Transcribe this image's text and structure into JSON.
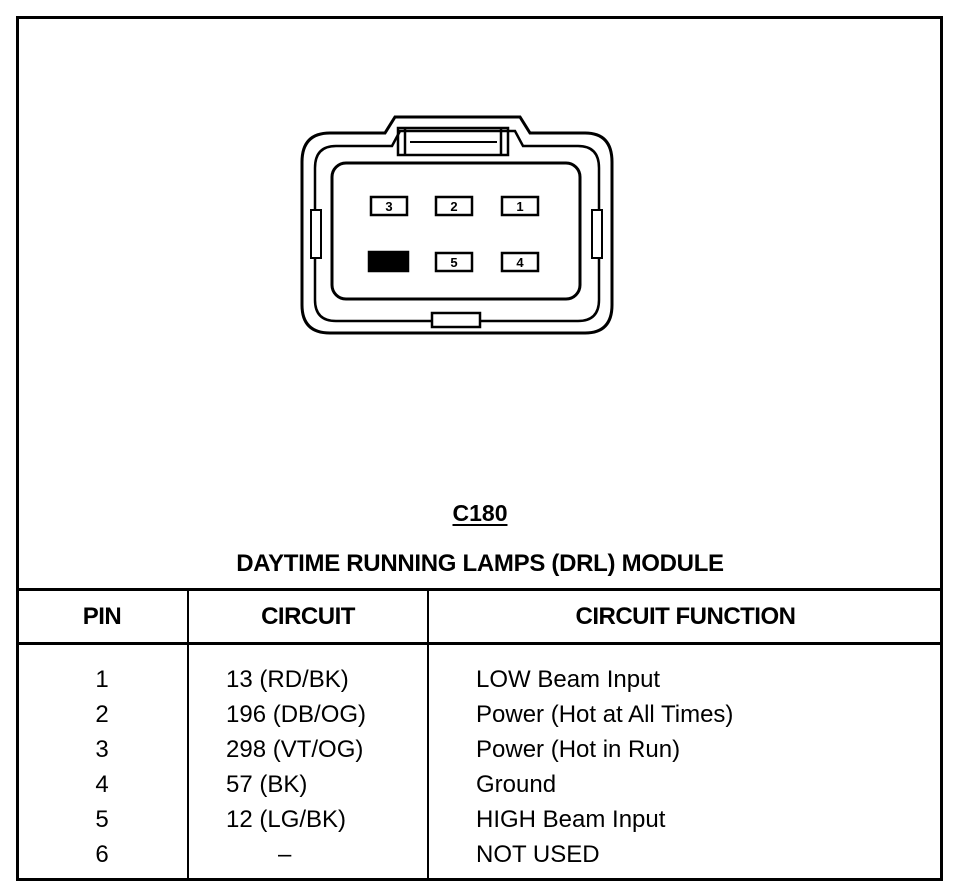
{
  "connector": {
    "id": "C180",
    "pin_labels": {
      "top_row": [
        "3",
        "2",
        "1"
      ],
      "bottom_row": [
        "",
        "5",
        "4"
      ]
    },
    "filled_pin_color": "#000000"
  },
  "title": "DAYTIME RUNNING LAMPS (DRL) MODULE",
  "table": {
    "headers": {
      "pin": "PIN",
      "circuit": "CIRCUIT",
      "function": "CIRCUIT FUNCTION"
    },
    "rows": [
      {
        "pin": "1",
        "circuit": "13 (RD/BK)",
        "function": "LOW Beam Input"
      },
      {
        "pin": "2",
        "circuit": "196 (DB/OG)",
        "function": "Power (Hot at All Times)"
      },
      {
        "pin": "3",
        "circuit": "298 (VT/OG)",
        "function": "Power (Hot in Run)"
      },
      {
        "pin": "4",
        "circuit": "57 (BK)",
        "function": "Ground"
      },
      {
        "pin": "5",
        "circuit": "12 (LG/BK)",
        "function": "HIGH Beam Input"
      },
      {
        "pin": "6",
        "circuit": "–",
        "function": "NOT USED"
      }
    ]
  }
}
